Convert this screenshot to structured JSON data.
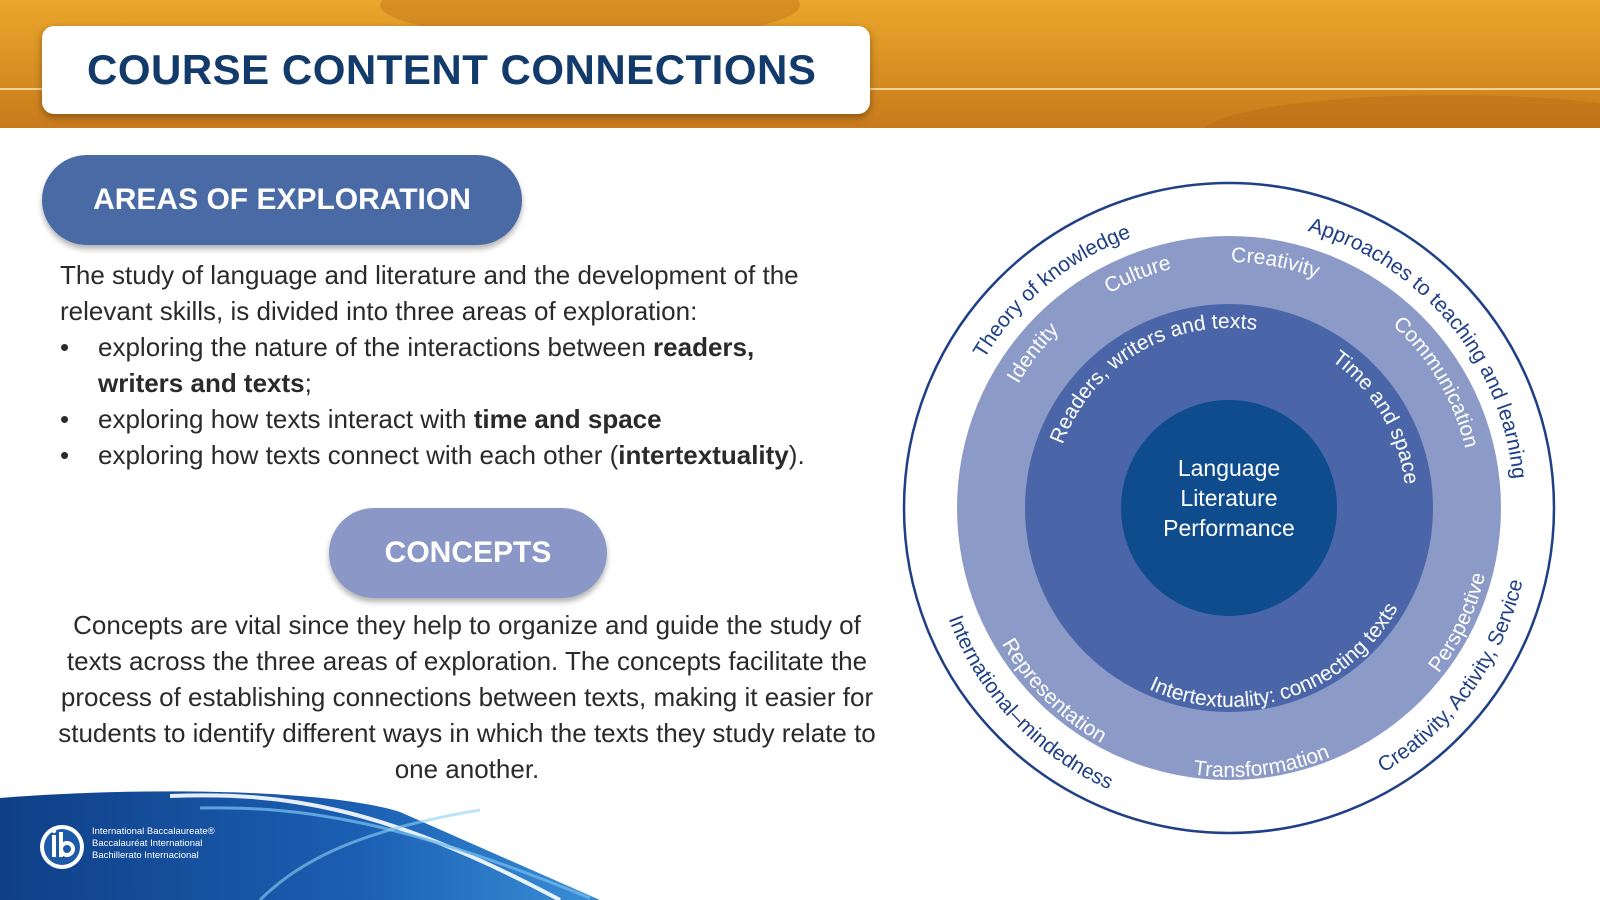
{
  "title": "COURSE CONTENT CONNECTIONS",
  "areas_heading": "AREAS OF EXPLORATION",
  "intro": "The study of language and literature and the development of the relevant skills, is divided into three areas of exploration:",
  "bullets": [
    {
      "pre": "exploring the nature of the interactions between ",
      "bold": "readers, writers and texts",
      "post": ";"
    },
    {
      "pre": "exploring how texts interact with ",
      "bold": "time and space",
      "post": ""
    },
    {
      "pre": "exploring how texts connect with each other (",
      "bold": "intertextuality",
      "post": ")."
    }
  ],
  "bullet_symbol": "•",
  "concepts_heading": "CONCEPTS",
  "concepts_text": "Concepts are vital since they help to organize and guide the study of texts across the three areas of exploration. The concepts facilitate the process of establishing connections between texts, making it easier for students to identify different ways in which the texts they study relate to one another.",
  "logo": {
    "icon": "ib-logo-icon",
    "lines": [
      "International Baccalaureate®",
      "Baccalauréat International",
      "Bachillerato Internacional"
    ]
  },
  "diagram": {
    "center": [
      "Language",
      "Literature",
      "Performance"
    ],
    "areas": [
      "Readers, writers and texts",
      "Time and space",
      "Intertextuality: connecting texts"
    ],
    "concepts": [
      "Creativity",
      "Communication",
      "Perspective",
      "Transformation",
      "Representation",
      "Identity",
      "Culture"
    ],
    "outer": [
      "Approaches to teaching and learning",
      "Creativity, Activity, Service",
      "International–mindedness",
      "Theory of knowledge"
    ]
  },
  "colors": {
    "banner": "#e09a27",
    "title_text": "#123a6b",
    "areas_pill": "#4a6aa6",
    "concepts_pill": "#8b98c7",
    "ring_outer": "#1f3f86",
    "ring_concepts": "#8c9ac8",
    "ring_areas": "#4b66a8",
    "ring_center": "#0f4c8e"
  }
}
